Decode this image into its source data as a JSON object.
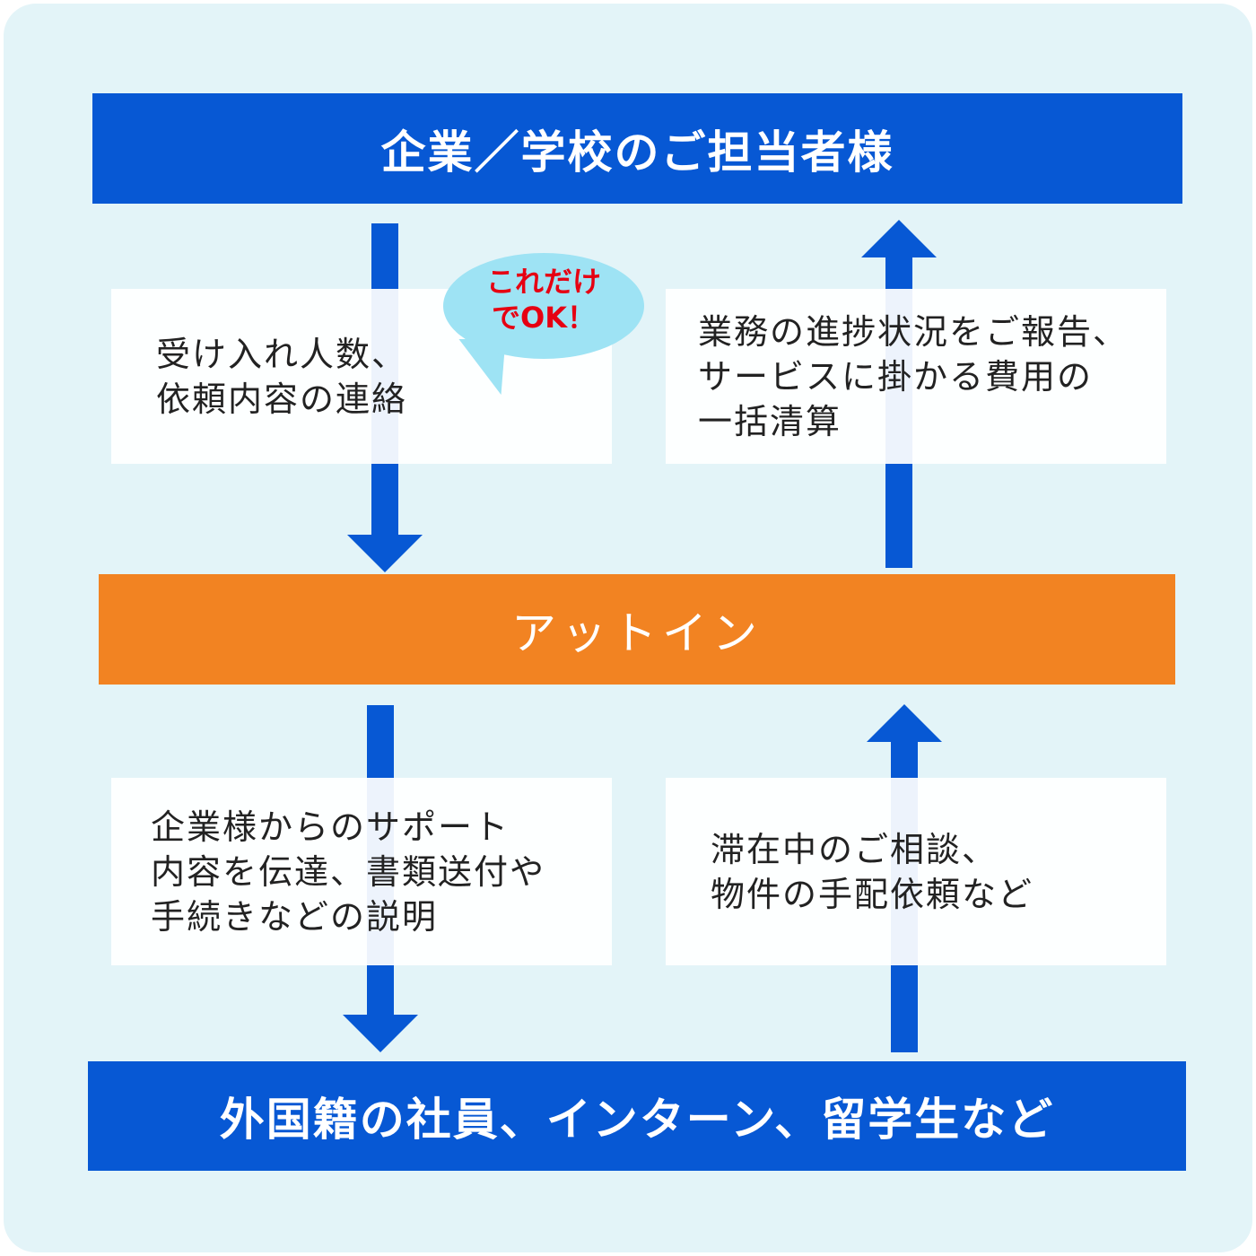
{
  "top_bar": {
    "label": "企業／学校のご担当者様",
    "color": "#0758d4"
  },
  "middle_bar": {
    "label": "アットイン",
    "color": "#f28322"
  },
  "bottom_bar": {
    "label": "外国籍の社員、インターン、留学生など",
    "color": "#0758d4"
  },
  "callout": {
    "line1": "これだけ",
    "line2": "でOK！",
    "text_color": "#e60012",
    "bubble_color": "#9ee3f4"
  },
  "boxes": {
    "company_to_attin": {
      "lines": [
        "受け入れ人数、",
        "依頼内容の連絡"
      ]
    },
    "attin_to_company": {
      "lines": [
        "業務の進捗状況をご報告、",
        "サービスに掛かる費用の",
        "一括清算"
      ]
    },
    "attin_to_staff": {
      "lines": [
        "企業様からのサポート",
        "内容を伝達、書類送付や",
        "手続きなどの説明"
      ]
    },
    "staff_to_attin": {
      "lines": [
        "滞在中のご相談、",
        "物件の手配依頼など"
      ]
    }
  },
  "colors": {
    "background": "#e3f4f8",
    "arrow": "#0758d4"
  }
}
